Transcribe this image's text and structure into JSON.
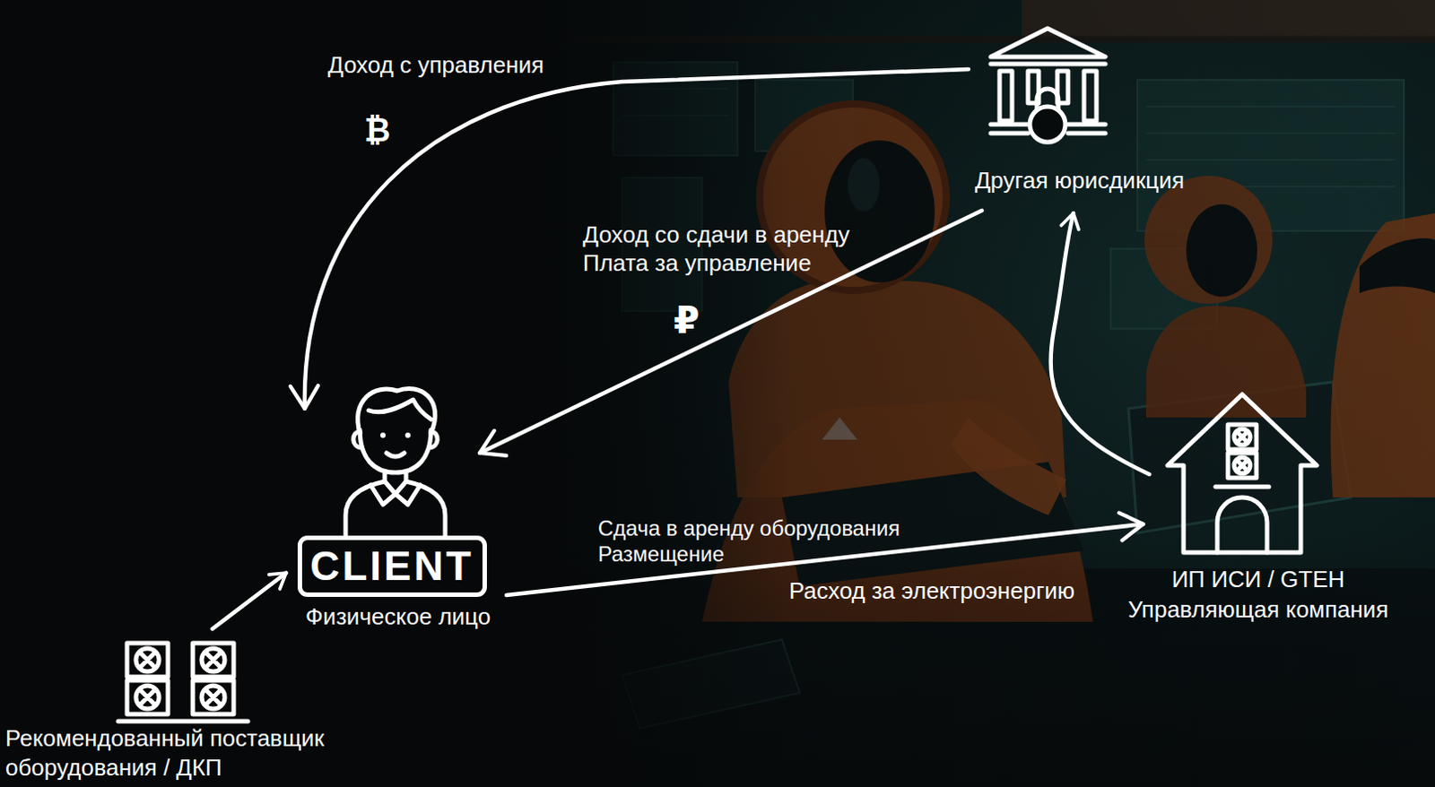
{
  "diagram": {
    "nodes": [
      {
        "text": [
          "Другая юрисдикция"
        ]
      },
      {
        "text": [
          "CLIENT",
          "Физическое лицо"
        ]
      },
      {
        "text": [
          "ИП ИСИ / GTEH",
          "Управляющая компания"
        ]
      },
      {
        "text": [
          "Рекомендованный поставщик оборудования / ДКП"
        ]
      }
    ],
    "edges": [
      {
        "from": 0,
        "to": 1,
        "label": "Доход с управления",
        "arrow": "to"
      },
      {
        "from": 0,
        "to": 1,
        "label": "Доход со сдачи в аренду Плата за управление",
        "arrow": "to"
      },
      {
        "from": 1,
        "to": 2,
        "label": "Сдача в аренду оборудования Размещение",
        "arrow": "to"
      },
      {
        "from": 2,
        "to": 0,
        "arrow": "to"
      },
      {
        "from": 3,
        "to": 1,
        "arrow": "to"
      }
    ],
    "labels": [
      "₿",
      "₽",
      "Расход за электроэнергию"
    ]
  }
}
